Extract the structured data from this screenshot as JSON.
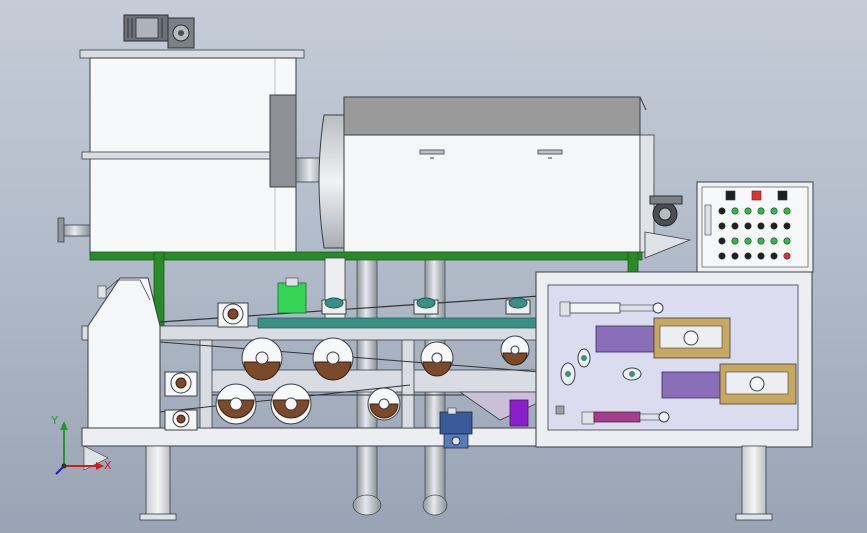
{
  "viewport": {
    "background_top": "#c5ccd8",
    "background_bottom": "#98a3b4"
  },
  "colors": {
    "tank": "#f7f8fa",
    "steel": "#d9dde3",
    "frame_green": "#2a8a2a",
    "belt_teal": "#3d8f86",
    "hood_gray": "#9a9a9a",
    "panel_bg": "#dcdcf0",
    "cylinder_purple": "#8a6fb8",
    "cylinder_magenta": "#a0408a",
    "pulley_brown": "#7a4a2a",
    "box_blue": "#3a5a9a",
    "bright_purple": "#8a20c8",
    "green_block": "#35d455",
    "indicator_red": "#e03030",
    "indicator_green": "#2cc040",
    "indicator_black": "#202020"
  },
  "control_panel": {
    "indicator_rows": [
      [
        "indicator_black",
        "indicator_red",
        "indicator_black"
      ],
      [
        "indicator_black",
        "indicator_green",
        "indicator_green",
        "indicator_green",
        "indicator_green",
        "indicator_green"
      ],
      [
        "indicator_black",
        "indicator_black",
        "indicator_black",
        "indicator_black",
        "indicator_black",
        "indicator_black"
      ],
      [
        "indicator_black",
        "indicator_green",
        "indicator_green",
        "indicator_green",
        "indicator_green",
        "indicator_green"
      ],
      [
        "indicator_black",
        "indicator_black",
        "indicator_black",
        "indicator_black",
        "indicator_black",
        "indicator_red"
      ]
    ]
  },
  "triad": {
    "y_label": "Y",
    "x_label": "X",
    "y_color": "#1f9a2a",
    "x_color": "#d01c1c",
    "z_color": "#2020c0"
  },
  "icons": {
    "motor": "gear-motor-icon",
    "axis": "coordinate-triad-icon"
  }
}
